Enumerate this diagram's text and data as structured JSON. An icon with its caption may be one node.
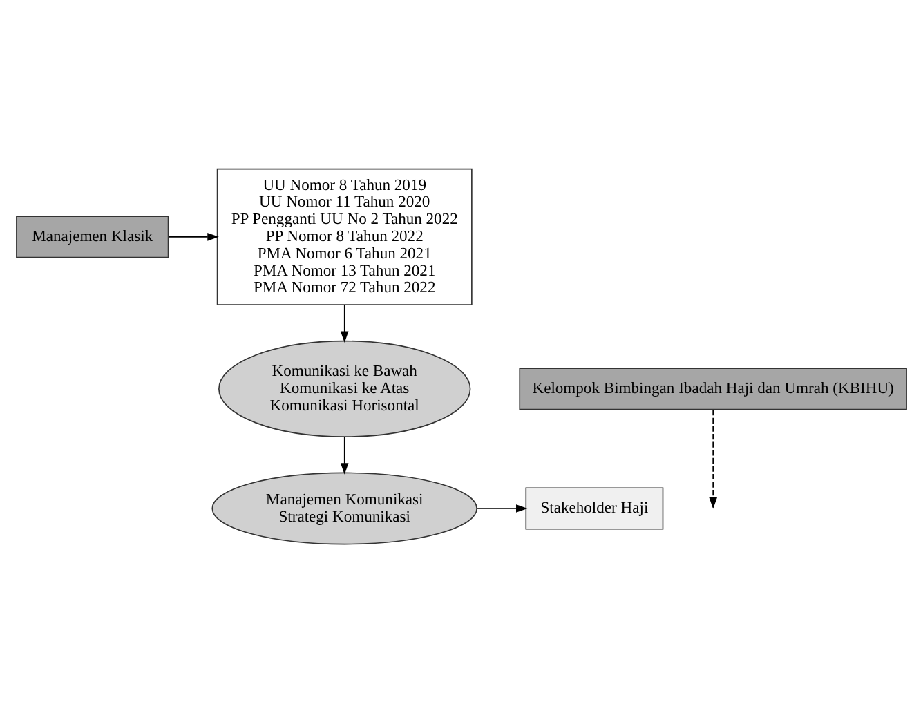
{
  "diagram": {
    "nodes": [
      {
        "text": [
          "UU Nomor 8 Tahun 2019",
          "UU Nomor 11 Tahun 2020",
          "PP Pengganti UU No 2 Tahun 2022",
          "PP Nomor 8 Tahun 2022",
          "PMA Nomor 6 Tahun 2021",
          "PMA Nomor 13 Tahun 2021",
          "PMA Nomor 72 Tahun 2022"
        ]
      },
      {
        "text": [
          "Manajemen Klasik"
        ]
      },
      {
        "text": [
          "Komunikasi ke Bawah",
          "Komunikasi ke Atas",
          "Komunikasi Horisontal"
        ]
      },
      {
        "text": [
          "Kelompok Bimbingan Ibadah Haji dan Umrah (KBIHU)"
        ]
      },
      {
        "text": [
          "Manajemen Komunikasi",
          "Strategi Komunikasi"
        ]
      },
      {
        "text": [
          "Stakeholder Haji"
        ]
      }
    ],
    "edges": [
      {
        "from": 1,
        "to": 0,
        "arrow": "to"
      },
      {
        "from": 0,
        "to": 2,
        "arrow": "to"
      },
      {
        "from": 2,
        "to": 4,
        "arrow": "to"
      },
      {
        "from": 4,
        "to": 5,
        "arrow": "to"
      },
      {
        "from": 3,
        "to": null,
        "arrow": "to",
        "style": "dashed"
      }
    ]
  }
}
